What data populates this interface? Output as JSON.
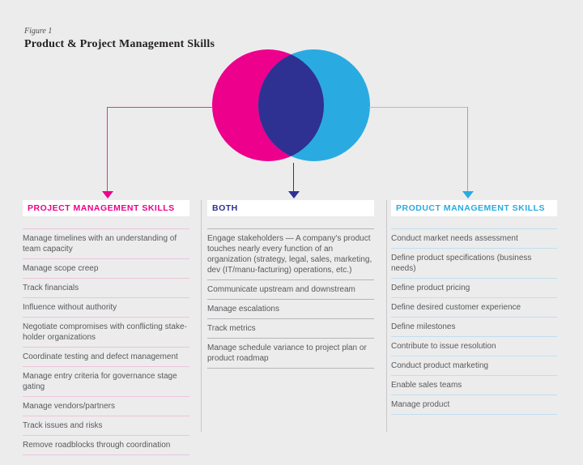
{
  "figure": {
    "label": "Figure 1",
    "title": "Product & Project Management Skills"
  },
  "venn": {
    "left_circle_color": "#EC008C",
    "right_circle_color": "#29ABE2",
    "overlap_color": "#2E3192"
  },
  "columns": [
    {
      "header": "PROJECT MANAGEMENT SKILLS",
      "accent": "#EC008C",
      "divider_color": "#ecc4da",
      "items": [
        "Manage timelines with an understanding of team capacity",
        "Manage scope creep",
        "Track financials",
        "Influence without authority",
        "Negotiate compromises with conflicting stake-holder organizations",
        "Coordinate testing and defect management",
        "Manage entry criteria for governance stage gating",
        "Manage vendors/partners",
        "Track issues and risks",
        "Remove roadblocks through coordination"
      ]
    },
    {
      "header": "BOTH",
      "accent": "#2E3192",
      "divider_color": "#b6b6b9",
      "items": [
        "Engage stakeholders — A company's product touches nearly every function of an organization (strategy, legal, sales, marketing, dev (IT/manu-facturing) operations, etc.)",
        "Communicate upstream and downstream",
        "Manage escalations",
        "Track metrics",
        "Manage schedule variance to project plan or product roadmap"
      ]
    },
    {
      "header": "PRODUCT MANAGEMENT SKILLS",
      "accent": "#29ABE2",
      "divider_color": "#c2ddee",
      "items": [
        "Conduct market needs assessment",
        "Define product specifications (business needs)",
        "Define product pricing",
        "Define desired customer experience",
        "Define milestones",
        "Contribute to issue resolution",
        "Conduct product marketing",
        "Enable sales teams",
        "Manage product"
      ]
    }
  ]
}
